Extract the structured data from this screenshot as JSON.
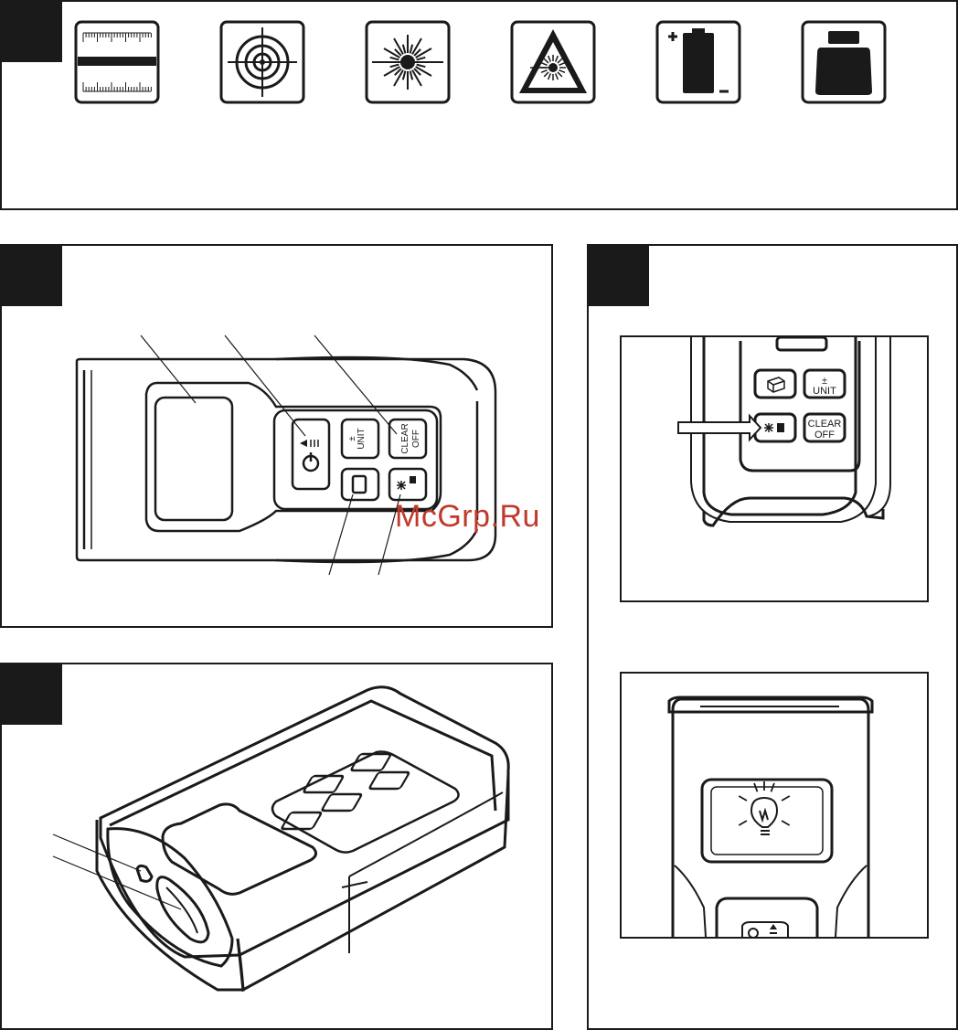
{
  "buttons": {
    "unit_sign": "±",
    "unit": "UNIT",
    "clear": "CLEAR",
    "off": "OFF"
  },
  "watermark": "McGrp.Ru",
  "icons": [
    "ruler-icon",
    "target-icon",
    "laser-burst-icon",
    "laser-warning-icon",
    "battery-icon",
    "weight-icon"
  ],
  "colors": {
    "ink": "#1a1a1a",
    "paper": "#ffffff",
    "watermark": "#c0392b"
  }
}
